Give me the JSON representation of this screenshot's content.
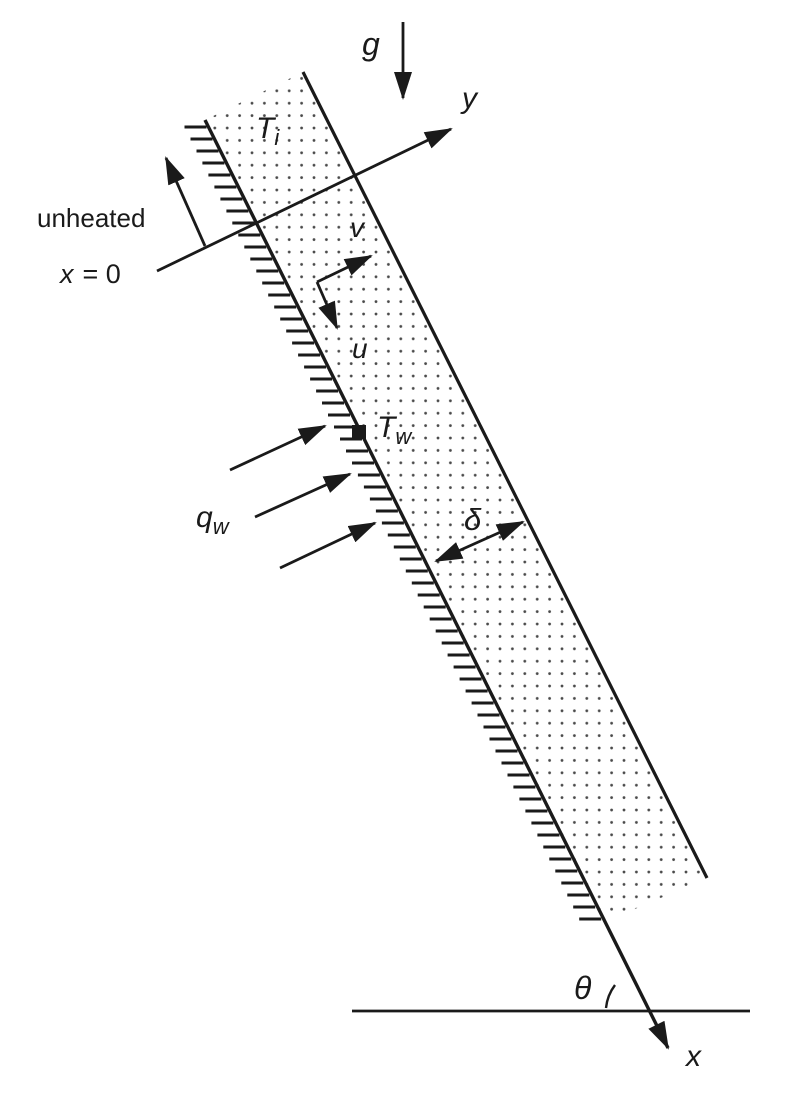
{
  "diagram": {
    "labels": {
      "gravity": "g",
      "y_axis": "y",
      "x_axis": "x",
      "origin_variable": "x",
      "origin_value": "= 0",
      "unheated": "unheated",
      "fluid_temp_base": "T",
      "fluid_temp_sub": "i",
      "wall_temp_base": "T",
      "wall_temp_sub": "w",
      "heat_flux_base": "q",
      "heat_flux_sub": "w",
      "velocity_u": "u",
      "velocity_v": "v",
      "delta": "δ",
      "theta": "θ"
    },
    "colors": {
      "ink": "#1a1a1a",
      "stipple_dot": "#4a4a4a",
      "background": "#ffffff"
    }
  }
}
